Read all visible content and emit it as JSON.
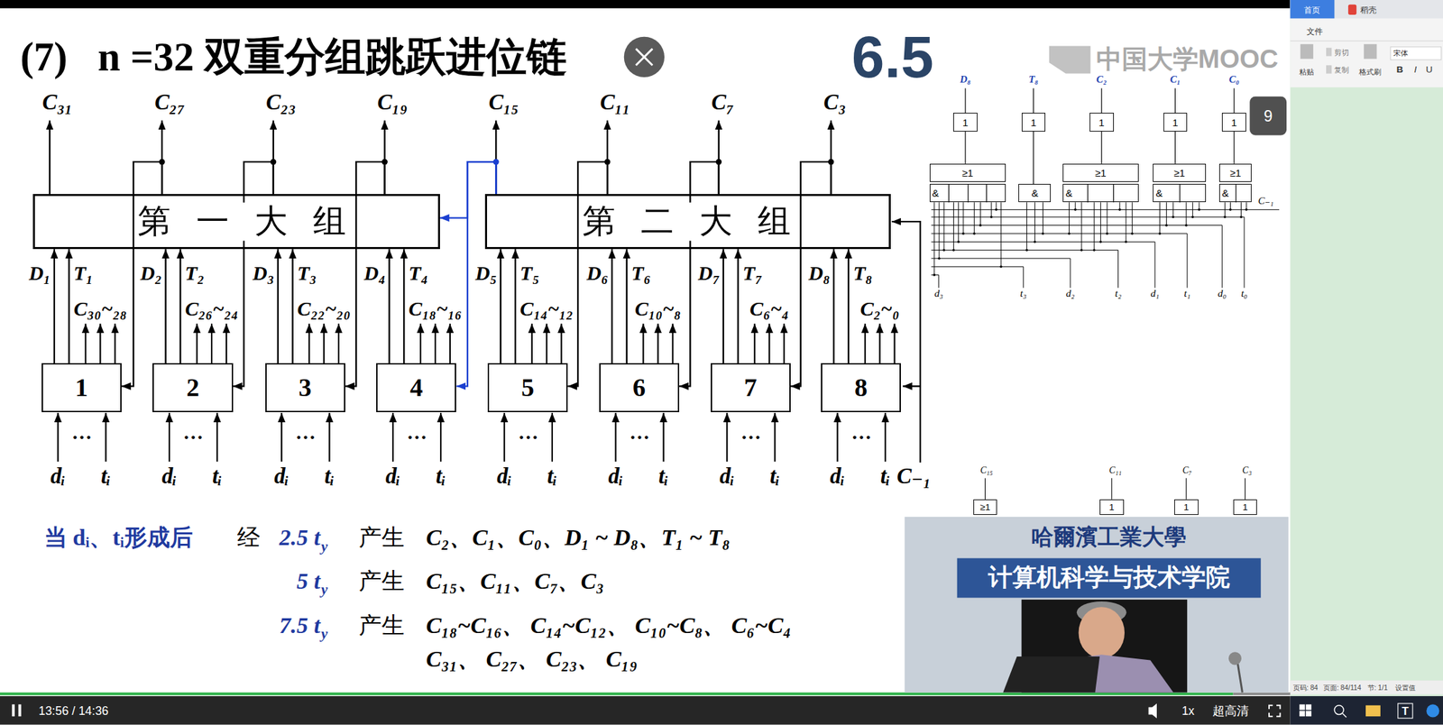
{
  "diagram": {
    "title": "(7)   n =32 双重分组跳跃进位链",
    "nodes": [
      {
        "text": [
          "第 一 大 组"
        ]
      },
      {
        "text": [
          "第 二 大 组"
        ]
      },
      {
        "text": [
          "1"
        ]
      },
      {
        "text": [
          "2"
        ]
      },
      {
        "text": [
          "3"
        ]
      },
      {
        "text": [
          "4"
        ]
      },
      {
        "text": [
          "5"
        ]
      },
      {
        "text": [
          "6"
        ]
      },
      {
        "text": [
          "7"
        ]
      },
      {
        "text": [
          "8"
        ]
      },
      {
        "text": [
          "1"
        ]
      },
      {
        "text": [
          "1"
        ]
      },
      {
        "text": [
          "1"
        ]
      },
      {
        "text": [
          "1"
        ]
      },
      {
        "text": [
          "1"
        ]
      },
      {
        "text": [
          "≥1"
        ]
      },
      {
        "text": [
          "&"
        ]
      },
      {
        "text": [
          "&"
        ]
      },
      {
        "text": [
          "≥1"
        ]
      },
      {
        "text": [
          "&"
        ]
      },
      {
        "text": [
          "≥1"
        ]
      },
      {
        "text": [
          "&"
        ]
      },
      {
        "text": [
          "≥1"
        ]
      },
      {
        "text": [
          "&"
        ]
      },
      {
        "text": [
          "≥1"
        ]
      },
      {
        "text": [
          "1"
        ]
      },
      {
        "text": [
          "1"
        ]
      },
      {
        "text": [
          "1"
        ]
      }
    ],
    "edges": [
      {
        "from": 2,
        "to": 0,
        "arrow": "to"
      },
      {
        "from": 2,
        "to": 0,
        "arrow": "to"
      },
      {
        "from": 3,
        "to": 0,
        "arrow": "to"
      },
      {
        "from": 3,
        "to": 0,
        "arrow": "to"
      },
      {
        "from": 4,
        "to": 0,
        "arrow": "to"
      },
      {
        "from": 4,
        "to": 0,
        "arrow": "to"
      },
      {
        "from": 5,
        "to": 0,
        "arrow": "to"
      },
      {
        "from": 5,
        "to": 0,
        "arrow": "to"
      },
      {
        "from": 6,
        "to": 1,
        "arrow": "to"
      },
      {
        "from": 6,
        "to": 1,
        "arrow": "to"
      },
      {
        "from": 7,
        "to": 1,
        "arrow": "to"
      },
      {
        "from": 7,
        "to": 1,
        "arrow": "to"
      },
      {
        "from": 8,
        "to": 1,
        "arrow": "to"
      },
      {
        "from": 8,
        "to": 1,
        "arrow": "to"
      },
      {
        "from": 9,
        "to": 1,
        "arrow": "to"
      },
      {
        "from": 9,
        "to": 1,
        "arrow": "to"
      },
      {
        "from": 0,
        "to": 2,
        "arrow": "to"
      },
      {
        "from": 0,
        "to": 3,
        "arrow": "to"
      },
      {
        "from": 0,
        "to": 4,
        "arrow": "to"
      },
      {
        "from": 1,
        "to": 0,
        "arrow": "to"
      },
      {
        "from": 1,
        "to": 5,
        "arrow": "to"
      },
      {
        "from": 1,
        "to": 6,
        "arrow": "to"
      },
      {
        "from": 1,
        "to": 7,
        "arrow": "to"
      },
      {
        "from": 1,
        "to": 8,
        "arrow": "to"
      },
      {
        "from": 15,
        "to": 10,
        "arrow": "none"
      },
      {
        "from": 17,
        "to": 11,
        "arrow": "none"
      },
      {
        "from": 18,
        "to": 12,
        "arrow": "none"
      },
      {
        "from": 20,
        "to": 13,
        "arrow": "none"
      },
      {
        "from": 22,
        "to": 14,
        "arrow": "none"
      }
    ],
    "labels": [
      "6.5",
      "中国大学MOOC",
      "9",
      "C₃₁",
      "C₂₇",
      "C₂₃",
      "C₁₉",
      "C₁₅",
      "C₁₁",
      "C₇",
      "C₃",
      "D₁",
      "T₁",
      "C₃₀~₂₈",
      "D₂",
      "T₂",
      "C₂₆~₂₄",
      "D₃",
      "T₃",
      "C₂₂~₂₀",
      "D₄",
      "T₄",
      "C₁₈~₁₆",
      "D₅",
      "T₅",
      "C₁₄~₁₂",
      "D₆",
      "T₆",
      "C₁₀~₈",
      "D₇",
      "T₇",
      "C₆~₄",
      "D₈",
      "T₈",
      "C₂~₀",
      "…",
      "dᵢ",
      "tᵢ",
      "…",
      "dᵢ",
      "tᵢ",
      "…",
      "dᵢ",
      "tᵢ",
      "…",
      "dᵢ",
      "tᵢ",
      "…",
      "dᵢ",
      "tᵢ",
      "…",
      "dᵢ",
      "tᵢ",
      "…",
      "dᵢ",
      "tᵢ",
      "…",
      "dᵢ",
      "tᵢ",
      "C₋₁",
      "当 dᵢ、tᵢ形成后",
      "经",
      "2.5 t",
      "y",
      "产生",
      "C₂、C₁、C₀、D₁ ~ D₈、T₁ ~ T₈",
      "5 t",
      "y",
      "产生",
      "C₁₅、C₁₁、C₇、C₃",
      "7.5 t",
      "y",
      "产生",
      "C₁₈~C₁₆、 C₁₄~C₁₂、 C₁₀~C₈、 C₆~C₄",
      "C₃₁、 C₂₇、 C₂₃、 C₁₉",
      "D₈",
      "T₈",
      "C₂",
      "C₁",
      "C₀",
      "C₋₁",
      "d₃",
      "t₃",
      "d₂",
      "t₂",
      "d₁",
      "t₁",
      "d₀",
      "t₀",
      "C₁₅",
      "C₁₁",
      "C₇",
      "C₃",
      "哈爾濱工業大學",
      "计算机科学与技术学院",
      "13:56 / 14:36",
      "1x",
      "超高清",
      "首页",
      "稻壳",
      "文件",
      "剪切",
      "复制",
      "粘贴",
      "格式刷",
      "宋体",
      "B",
      "I",
      "U",
      "页码: 84",
      "页面: 84/114",
      "节: 1/1",
      "设置值",
      "T"
    ]
  }
}
